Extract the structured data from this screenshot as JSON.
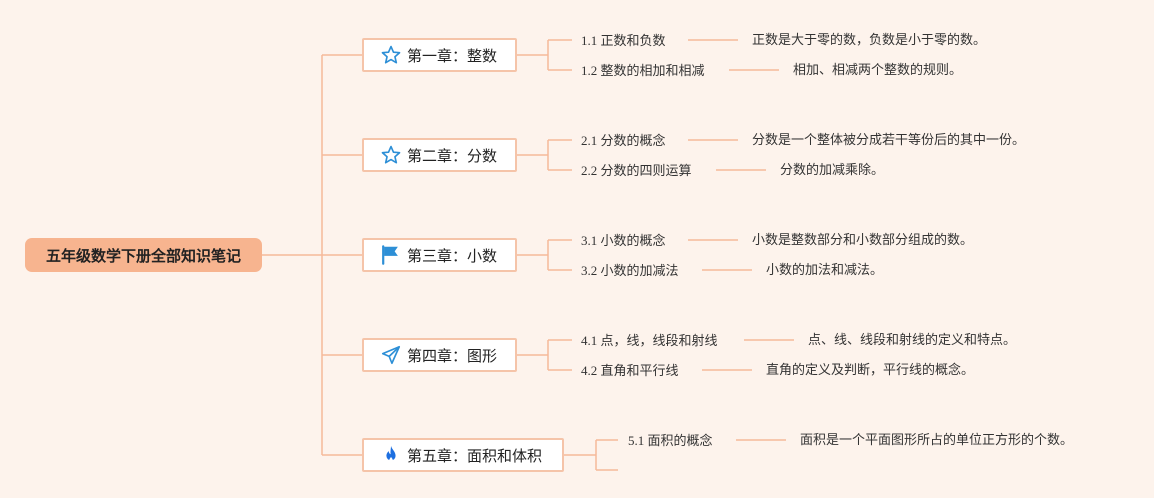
{
  "root": {
    "label": "五年级数学下册全部知识笔记"
  },
  "chapters": [
    {
      "label": "第一章：整数",
      "icon": "star-outline-icon",
      "topics": [
        {
          "title": "1.1 正数和负数",
          "desc": "正数是大于零的数，负数是小于零的数。"
        },
        {
          "title": "1.2 整数的相加和相减",
          "desc": "相加、相减两个整数的规则。"
        }
      ]
    },
    {
      "label": "第二章：分数",
      "icon": "star-outline-icon",
      "topics": [
        {
          "title": "2.1 分数的概念",
          "desc": "分数是一个整体被分成若干等份后的其中一份。"
        },
        {
          "title": "2.2 分数的四则运算",
          "desc": "分数的加减乘除。"
        }
      ]
    },
    {
      "label": "第三章：小数",
      "icon": "flag-icon",
      "topics": [
        {
          "title": "3.1 小数的概念",
          "desc": "小数是整数部分和小数部分组成的数。"
        },
        {
          "title": "3.2 小数的加减法",
          "desc": "小数的加法和减法。"
        }
      ]
    },
    {
      "label": "第四章：图形",
      "icon": "paper-plane-icon",
      "topics": [
        {
          "title": "4.1 点，线，线段和射线",
          "desc": "点、线、线段和射线的定义和特点。"
        },
        {
          "title": "4.2 直角和平行线",
          "desc": "直角的定义及判断，平行线的概念。"
        }
      ]
    },
    {
      "label": "第五章：面积和体积",
      "icon": "flame-icon",
      "topics": [
        {
          "title": "5.1 面积的概念",
          "desc": "面积是一个平面图形所占的单位正方形的个数。"
        }
      ]
    }
  ],
  "colors": {
    "background": "#fdf3ec",
    "root_fill": "#f7b48f",
    "connector": "#f5b99a",
    "chapter_border": "#f5c4a9",
    "icon_blue": "#2d8fd6",
    "flame_blue": "#1d6fe0"
  }
}
